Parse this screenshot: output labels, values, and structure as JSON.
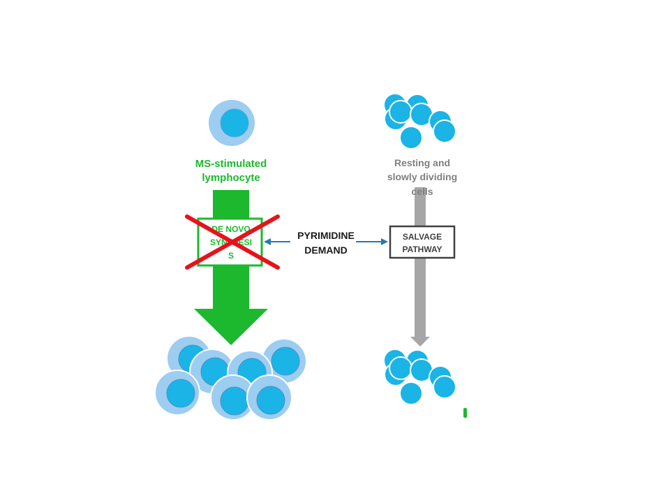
{
  "left": {
    "label_line1": "MS-stimulated",
    "label_line2": "lymphocyte",
    "box_line1": "DE NOVO",
    "box_line2": "SYNTHESI",
    "box_line3": "S",
    "color": "#1cb82e",
    "cross_color": "#e8121a"
  },
  "middle": {
    "line1": "PYRIMIDINE",
    "line2": "DEMAND",
    "arrow_color": "#2e75b6"
  },
  "right": {
    "label_line1": "Resting and",
    "label_line2": "slowly dividing",
    "label_line3": "cells",
    "box_line1": "SALVAGE",
    "box_line2": "PATHWAY",
    "arrow_color": "#a6a6a6"
  },
  "colors": {
    "cell_outer": "#9dcdf0",
    "cell_inner": "#1ab4e6",
    "cell_stroke": "#ffffff"
  }
}
